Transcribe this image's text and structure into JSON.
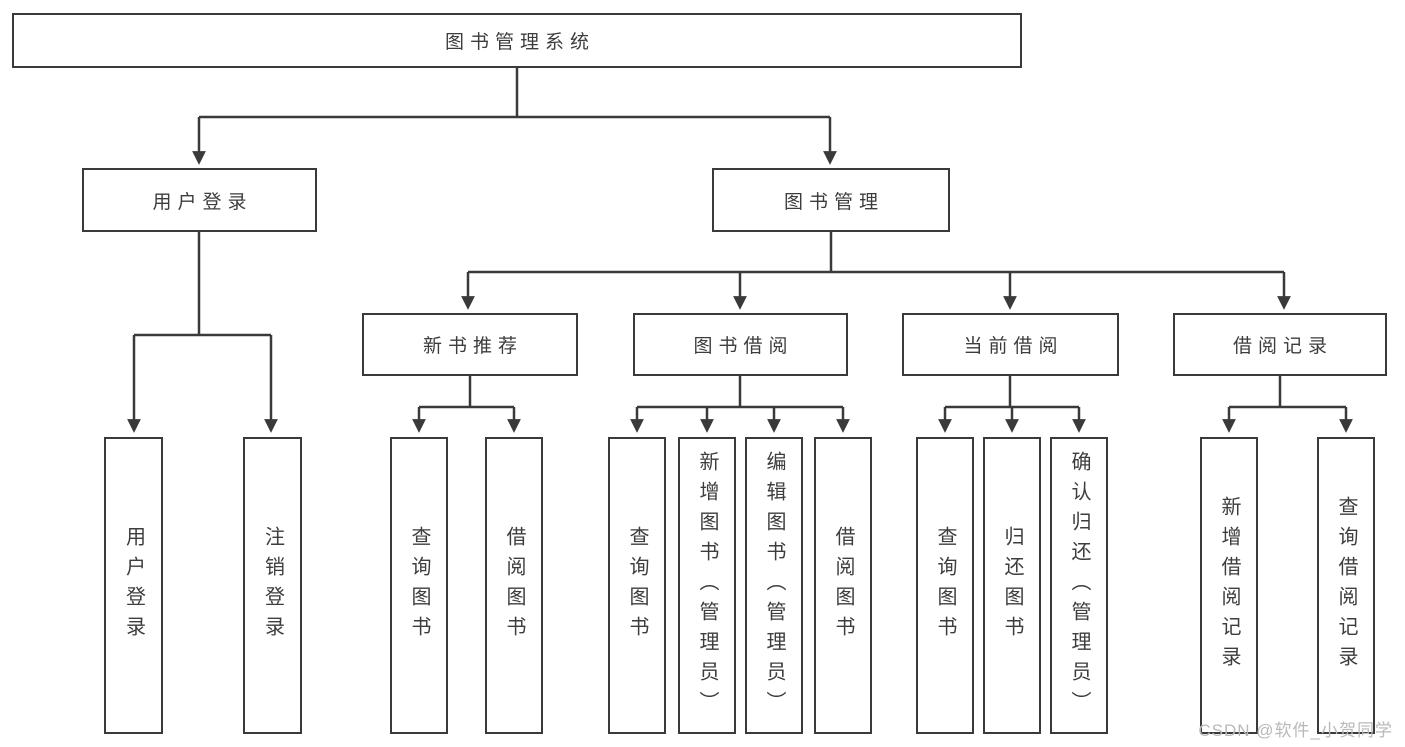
{
  "tree": {
    "root": {
      "label": "图书管理系统"
    },
    "branches": [
      {
        "label": "用户登录",
        "children": [
          {
            "label": "用户登录"
          },
          {
            "label": "注销登录"
          }
        ]
      },
      {
        "label": "图书管理",
        "children": [
          {
            "label": "新书推荐",
            "children": [
              {
                "label": "查询图书"
              },
              {
                "label": "借阅图书"
              }
            ]
          },
          {
            "label": "图书借阅",
            "children": [
              {
                "label": "查询图书"
              },
              {
                "label": "新增图书（管理员）"
              },
              {
                "label": "编辑图书（管理员）"
              },
              {
                "label": "借阅图书"
              }
            ]
          },
          {
            "label": "当前借阅",
            "children": [
              {
                "label": "查询图书"
              },
              {
                "label": "归还图书"
              },
              {
                "label": "确认归还（管理员）"
              }
            ]
          },
          {
            "label": "借阅记录",
            "children": [
              {
                "label": "新增借阅记录"
              },
              {
                "label": "查询借阅记录"
              }
            ]
          }
        ]
      }
    ]
  },
  "colors": {
    "line": "#3a3a3a",
    "text": "#3d3d3d",
    "watermark": "#b9b9b9",
    "background": "#ffffff"
  },
  "watermark": "CSDN @软件_小贺同学"
}
